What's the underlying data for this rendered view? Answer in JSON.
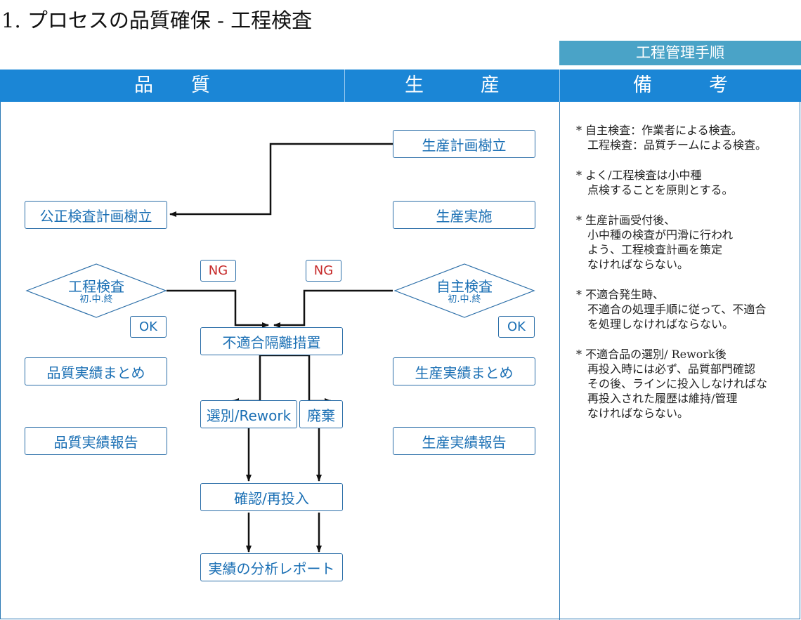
{
  "title": "1. プロセスの品質確保 - 工程検査",
  "header": {
    "sub_label": "工程管理手順",
    "quality": "品　　質",
    "production": "生　　　産",
    "notes": "備　　　考"
  },
  "nodes": {
    "production_plan": "生産計画樹立",
    "inspection_plan": "公正検査計画樹立",
    "production_exec": "生産実施",
    "process_inspection": {
      "main": "工程検査",
      "sub": "初.中.終"
    },
    "self_inspection": {
      "main": "自主検査",
      "sub": "初.中.終"
    },
    "ng_left": "NG",
    "ng_right": "NG",
    "ok_left": "OK",
    "ok_right": "OK",
    "isolation": "不適合隔離措置",
    "quality_summary": "品質実績まとめ",
    "production_summary": "生産実績まとめ",
    "sort_rework": "選別/Rework",
    "scrap": "廃棄",
    "quality_report": "品質実績報告",
    "production_report": "生産実績報告",
    "confirm_reinput": "確認/再投入",
    "analysis_report": "実績の分析レポート"
  },
  "notes": [
    [
      "* 自主検査：作業者による検査。",
      "　工程検査：品質チームによる検査。"
    ],
    [
      "* よく/工程検査は小中種",
      "　点検することを原則とする。"
    ],
    [
      "* 生産計画受付後、",
      "　小中種の検査が円滑に行われ",
      "　よう、工程検査計画を策定",
      "　なければならない。"
    ],
    [
      "* 不適合発生時、",
      "　不適合の処理手順に従って、不適合",
      "　を処理しなければならない。"
    ],
    [
      "* 不適合品の選別/ Rework後",
      "　再投入時には必ず、品質部門確認",
      "　その後、ラインに投入しなければな",
      "　再投入された履歴は維持/管理",
      "　なければならない。"
    ]
  ],
  "colors": {
    "header_blue": "#1b86d6",
    "sub_header": "#4aa3c7",
    "box_text": "#1a6fb4",
    "ng_red": "#c62828"
  }
}
